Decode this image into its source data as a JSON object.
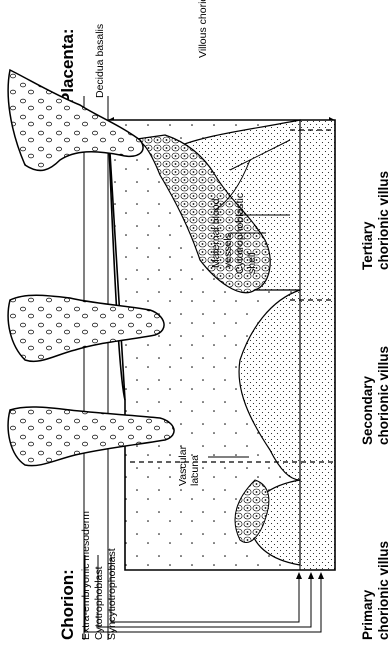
{
  "placenta": {
    "title": "Placenta:",
    "decidua_basalis": "Decidua basalis",
    "villous_chorion": "Villous chorion"
  },
  "chorion": {
    "title": "Chorion:",
    "layers": [
      "Extra-embryonic mesoderm",
      "Cytotrophoblast",
      "Syncytiotrophoblast"
    ]
  },
  "labels": {
    "maternal_blood_vessels": "Maternal blood vessels",
    "cytotrophoblastic_shell": "Cytotrophoblastic shell",
    "vascular_lacuna": "Vascular lacuna"
  },
  "villi": {
    "tertiary": "Tertiary chorionic villus",
    "secondary": "Secondary chorionic villus",
    "primary": "Primary chorionic villus"
  }
}
